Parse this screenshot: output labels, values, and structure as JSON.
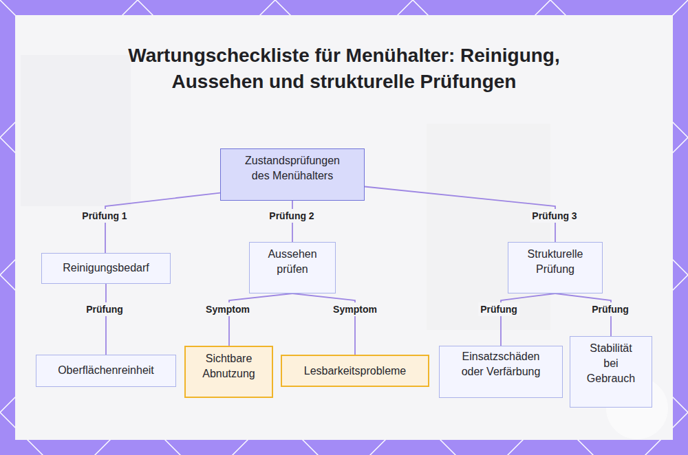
{
  "diagram": {
    "title": "Wartungscheckliste für Menühalter: Reinigung, Aussehen und strukturelle Prüfungen",
    "nodes": [
      {
        "text": [
          "Zustandsprüfungen des Menühalters"
        ]
      },
      {
        "text": [
          "Reinigungsbedarf"
        ]
      },
      {
        "text": [
          "Aussehen prüfen"
        ]
      },
      {
        "text": [
          "Strukturelle Prüfung"
        ]
      },
      {
        "text": [
          "Oberflächenreinheit"
        ]
      },
      {
        "text": [
          "Sichtbare Abnutzung"
        ]
      },
      {
        "text": [
          "Lesbarkeitsprobleme"
        ]
      },
      {
        "text": [
          "Einsatzschäden oder Verfärbung"
        ]
      },
      {
        "text": [
          "Stabilität bei Gebrauch"
        ]
      }
    ],
    "edges": [
      {
        "from": 0,
        "to": 1,
        "label": "Prüfung 1",
        "arrow": "none"
      },
      {
        "from": 0,
        "to": 2,
        "label": "Prüfung 2",
        "arrow": "none"
      },
      {
        "from": 0,
        "to": 3,
        "label": "Prüfung 3",
        "arrow": "none"
      },
      {
        "from": 1,
        "to": 4,
        "label": "Prüfung",
        "arrow": "none"
      },
      {
        "from": 2,
        "to": 5,
        "label": "Symptom",
        "arrow": "none"
      },
      {
        "from": 2,
        "to": 6,
        "label": "Symptom",
        "arrow": "none"
      },
      {
        "from": 3,
        "to": 7,
        "label": "Prüfung",
        "arrow": "none"
      },
      {
        "from": 3,
        "to": 8,
        "label": "Prüfung",
        "arrow": "none"
      }
    ]
  }
}
